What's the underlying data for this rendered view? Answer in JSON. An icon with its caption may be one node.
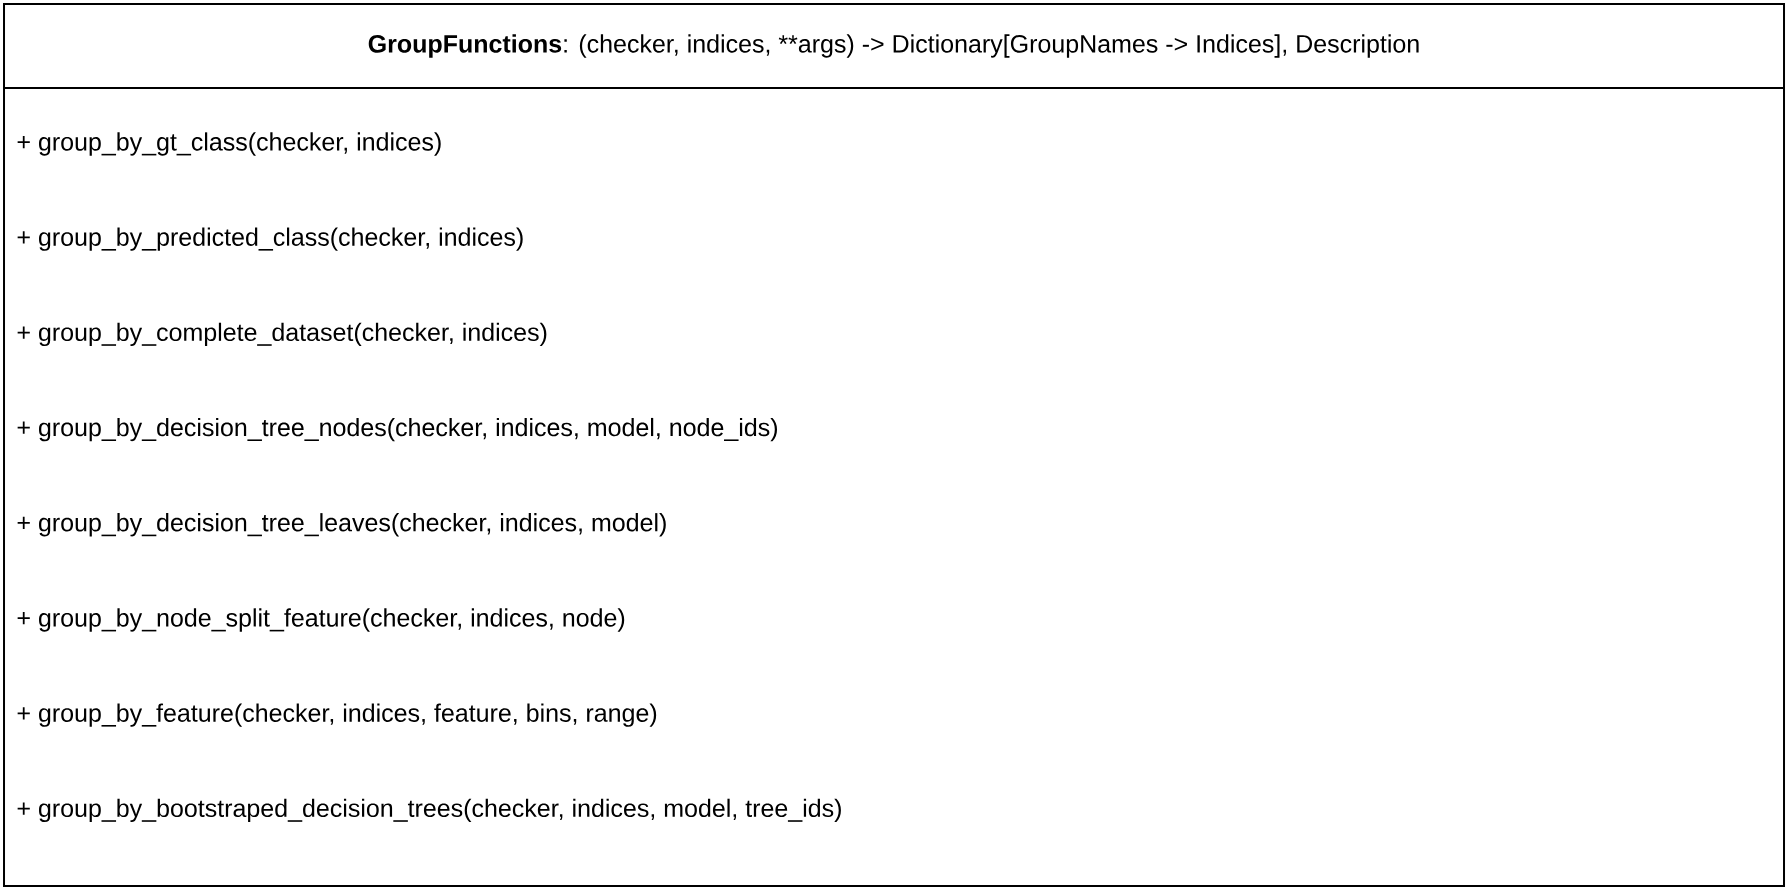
{
  "diagram": {
    "nodes": [
      {
        "text": [
          "GroupFunctions",
          ": (checker, indices, **args) -> Dictionary[GroupNames -> Indices], Description",
          "+ group_by_gt_class(checker, indices)",
          "+ group_by_predicted_class(checker, indices)",
          "+ group_by_complete_dataset(checker, indices)",
          "+ group_by_decision_tree_nodes(checker, indices, model, node_ids)",
          "+ group_by_decision_tree_leaves(checker, indices, model)",
          "+ group_by_node_split_feature(checker, indices, node)",
          "+ group_by_feature(checker, indices, feature, bins, range)",
          "+ group_by_bootstraped_decision_trees(checker, indices, model, tree_ids)"
        ]
      }
    ]
  }
}
